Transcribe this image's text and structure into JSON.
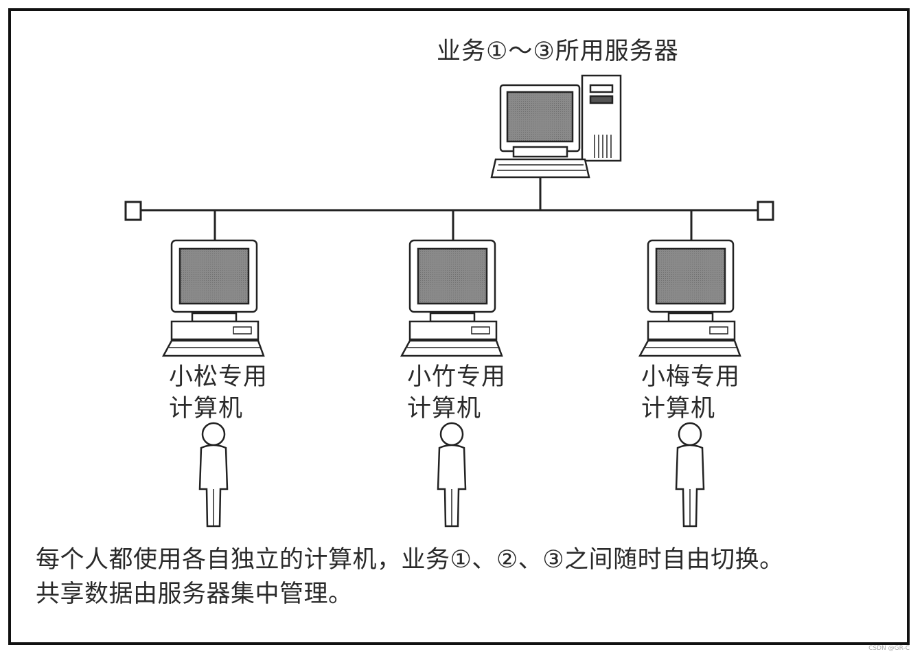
{
  "server": {
    "title": "业务①～③所用服务器"
  },
  "workstations": [
    {
      "line1": "小松专用",
      "line2": "计算机"
    },
    {
      "line1": "小竹专用",
      "line2": "计算机"
    },
    {
      "line1": "小梅专用",
      "line2": "计算机"
    }
  ],
  "caption": {
    "line1": "每个人都使用各自独立的计算机，业务①、②、③之间随时自由切换。",
    "line2": "共享数据由服务器集中管理。"
  },
  "watermark": "CSDN @GR-C",
  "colors": {
    "screen": "#7f7f7f",
    "outline": "#222222",
    "background": "#ffffff"
  }
}
